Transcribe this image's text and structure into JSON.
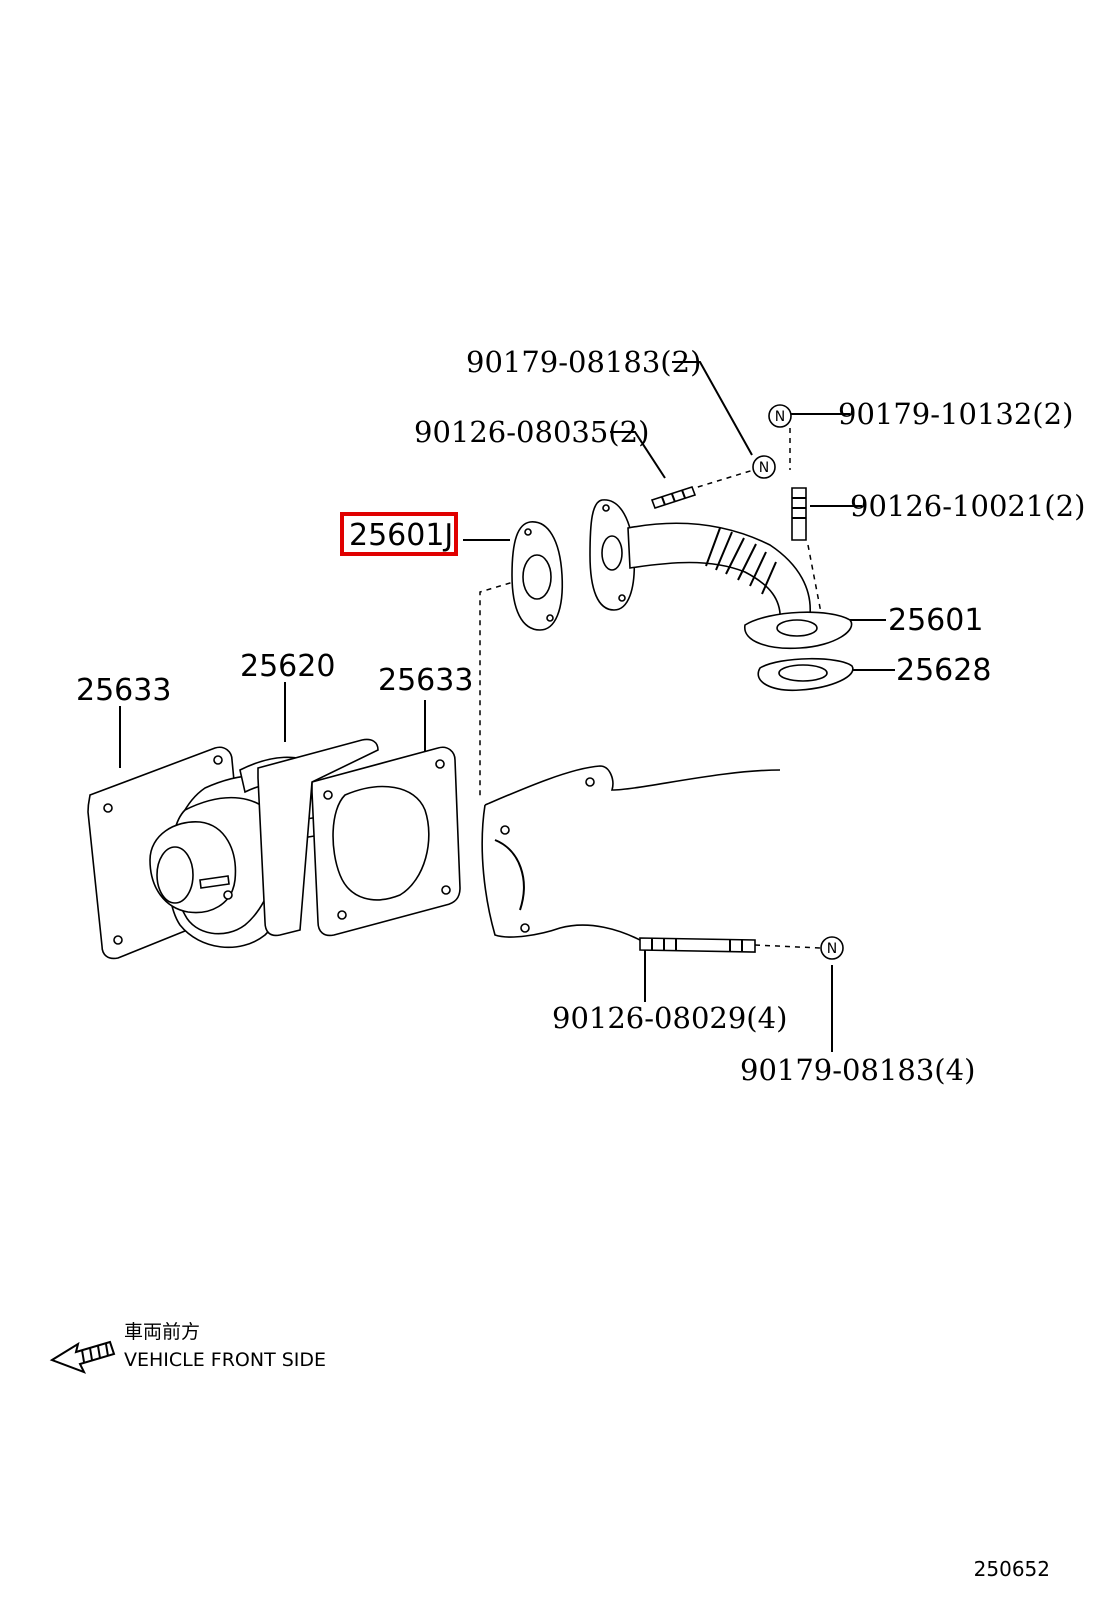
{
  "labels": {
    "p90179_08183_2": "90179-08183(2)",
    "p90179_10132_2": "90179-10132(2)",
    "p90126_08035_2": "90126-08035(2)",
    "p90126_10021_2": "90126-10021(2)",
    "p25601j": "25601J",
    "p25601": "25601",
    "p25628": "25628",
    "p25633_left": "25633",
    "p25620": "25620",
    "p25633_right": "25633",
    "p90126_08029_4": "90126-08029(4)",
    "p90179_08183_4": "90179-08183(4)"
  },
  "nut_letter": "N",
  "front": {
    "jp": "車両前方",
    "en": "VEHICLE FRONT SIDE"
  },
  "reference": "250652",
  "highlight_color": "#e00000"
}
